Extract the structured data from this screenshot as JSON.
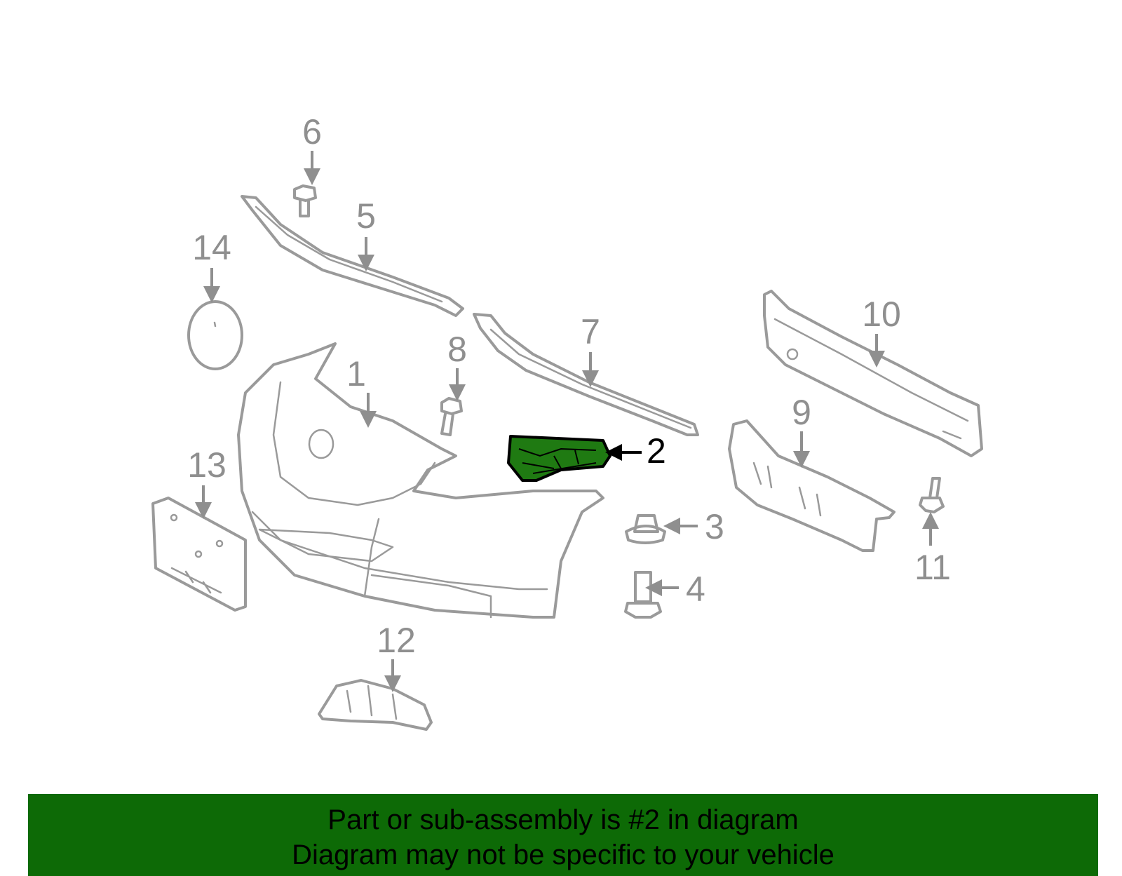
{
  "diagram": {
    "highlighted_part": "2",
    "highlight_color": "#1f7a12",
    "callouts": [
      {
        "id": "1",
        "label": "1"
      },
      {
        "id": "2",
        "label": "2"
      },
      {
        "id": "3",
        "label": "3"
      },
      {
        "id": "4",
        "label": "4"
      },
      {
        "id": "5",
        "label": "5"
      },
      {
        "id": "6",
        "label": "6"
      },
      {
        "id": "7",
        "label": "7"
      },
      {
        "id": "8",
        "label": "8"
      },
      {
        "id": "9",
        "label": "9"
      },
      {
        "id": "10",
        "label": "10"
      },
      {
        "id": "11",
        "label": "11"
      },
      {
        "id": "12",
        "label": "12"
      },
      {
        "id": "13",
        "label": "13"
      },
      {
        "id": "14",
        "label": "14"
      }
    ]
  },
  "banner": {
    "line1": "Part or sub-assembly is #2 in diagram",
    "line2": "Diagram may not be specific to your vehicle",
    "background": "#0d6a06"
  }
}
